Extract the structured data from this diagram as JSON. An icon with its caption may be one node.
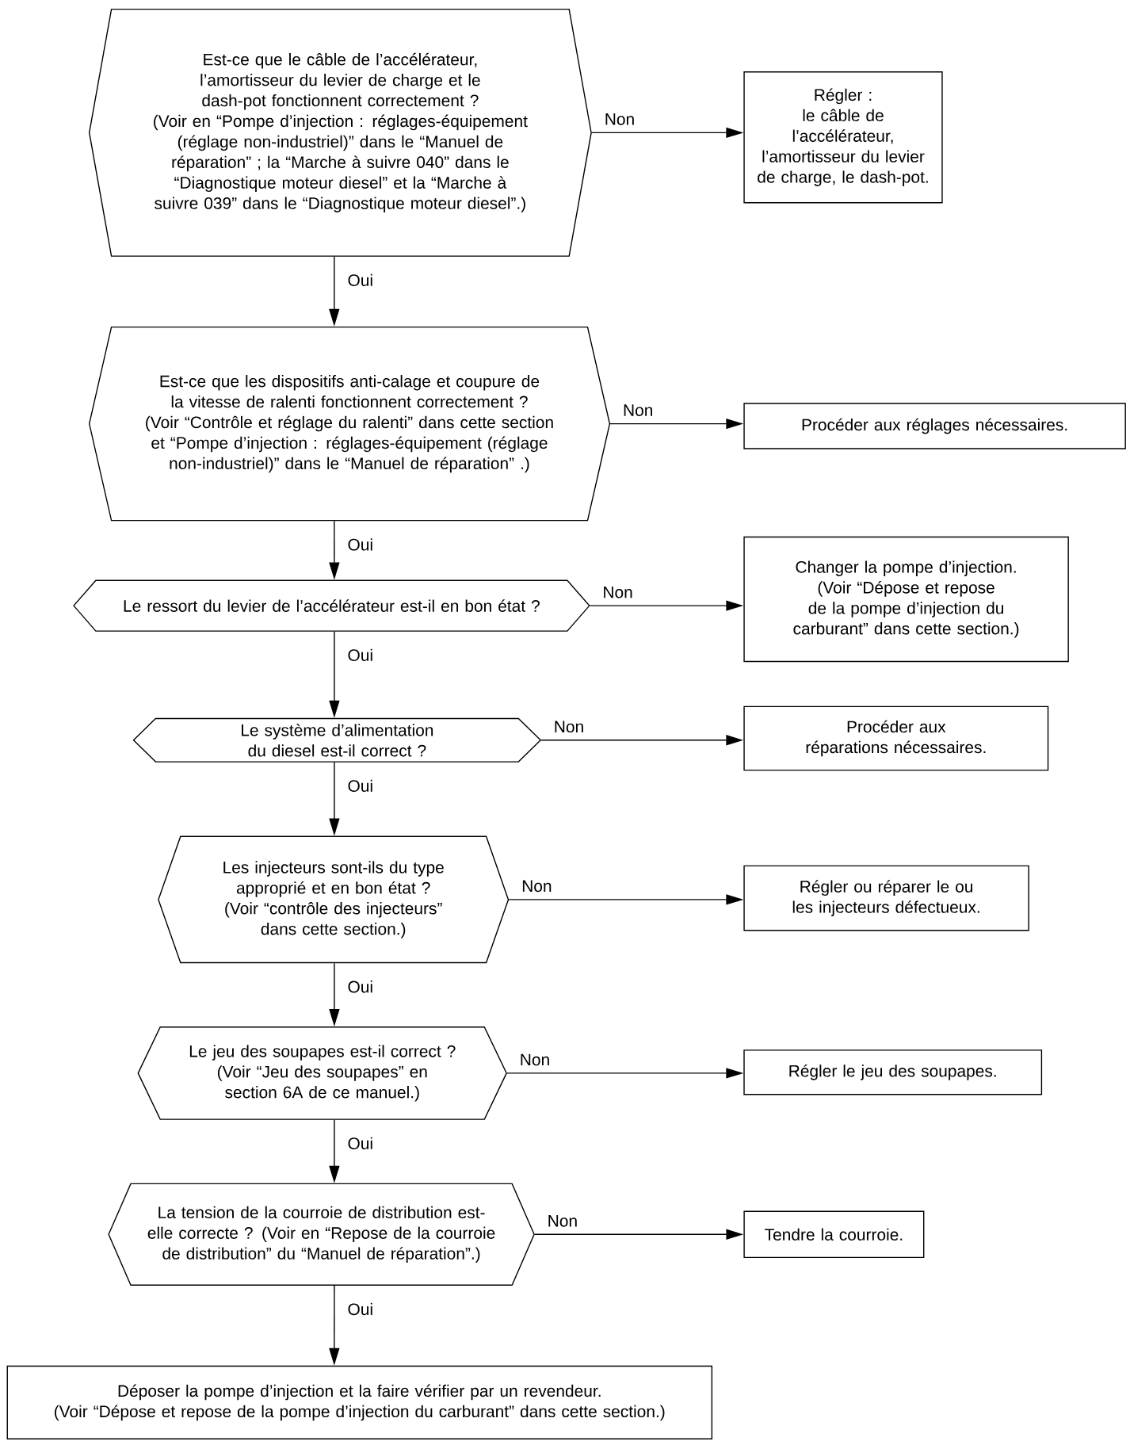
{
  "diagram": {
    "nodes": [
      {
        "text": [
          "Est-ce que le câble de l’accélérateur, l’amortisseur du levier de charge et le dash-pot fonctionnent correctement ?",
          "(Voir en “Pompe d’injection : réglages-équipement (réglage non-industriel)” dans le “Manuel de réparation” ; la “Marche à suivre 040” dans le “Diagnostique moteur diesel” et la “Marche à suivre 039” dans le “Diagnostique moteur diesel”.)"
        ]
      },
      {
        "text": [
          "Régler :",
          "le câble de l’accélérateur, l’amortisseur du levier de charge, le dash-pot."
        ]
      },
      {
        "text": [
          "Est-ce que les dispositifs anti-calage et coupure de la vitesse de ralenti fonctionnent correctement ?",
          "(Voir “Contrôle et réglage du ralenti” dans cette section et “Pompe d’injection : réglages-équipement (réglage non-industriel)” dans le “Manuel de réparation” .)"
        ]
      },
      {
        "text": [
          "Procéder aux réglages nécessaires."
        ]
      },
      {
        "text": [
          "Le ressort du levier de l’accélérateur est-il en bon état ?"
        ]
      },
      {
        "text": [
          "Changer la pompe d’injection.",
          "(Voir “Dépose et repose de la pompe d’injection du carburant” dans cette section.)"
        ]
      },
      {
        "text": [
          "Le système d’alimentation du diesel est-il correct ?"
        ]
      },
      {
        "text": [
          "Procéder aux réparations nécessaires."
        ]
      },
      {
        "text": [
          "Les injecteurs sont-ils du type approprié et en bon état ?",
          "(Voir “contrôle des injecteurs” dans cette section.)"
        ]
      },
      {
        "text": [
          "Régler ou réparer le ou les injecteurs défectueux."
        ]
      },
      {
        "text": [
          "Le jeu des soupapes est-il correct ?",
          "(Voir “Jeu des soupapes” en section 6A de ce manuel.)"
        ]
      },
      {
        "text": [
          "Régler le jeu des soupapes."
        ]
      },
      {
        "text": [
          "La tension de la courroie de distribution est-elle correcte ? (Voir en “Repose de la courroie de distribution” du “Manuel de réparation”.)"
        ]
      },
      {
        "text": [
          "Tendre la courroie."
        ]
      },
      {
        "text": [
          "Déposer la pompe d’injection et la faire vérifier par un revendeur.",
          "(Voir “Dépose et repose de la pompe d’injection du carburant” dans cette section.)"
        ]
      }
    ],
    "edges": [
      {
        "from": 0,
        "to": 1,
        "arrow": "to",
        "label": "Non"
      },
      {
        "from": 0,
        "to": 2,
        "arrow": "to",
        "label": "Oui"
      },
      {
        "from": 2,
        "to": 3,
        "arrow": "to",
        "label": "Non"
      },
      {
        "from": 2,
        "to": 4,
        "arrow": "to",
        "label": "Oui"
      },
      {
        "from": 4,
        "to": 5,
        "arrow": "to",
        "label": "Non"
      },
      {
        "from": 4,
        "to": 6,
        "arrow": "to",
        "label": "Oui"
      },
      {
        "from": 6,
        "to": 7,
        "arrow": "to",
        "label": "Non"
      },
      {
        "from": 6,
        "to": 8,
        "arrow": "to",
        "label": "Oui"
      },
      {
        "from": 8,
        "to": 9,
        "arrow": "to",
        "label": "Non"
      },
      {
        "from": 8,
        "to": 10,
        "arrow": "to",
        "label": "Oui"
      },
      {
        "from": 10,
        "to": 11,
        "arrow": "to",
        "label": "Non"
      },
      {
        "from": 10,
        "to": 12,
        "arrow": "to",
        "label": "Oui"
      },
      {
        "from": 12,
        "to": 13,
        "arrow": "to",
        "label": "Non"
      },
      {
        "from": 12,
        "to": 14,
        "arrow": "to",
        "label": "Oui"
      }
    ]
  }
}
